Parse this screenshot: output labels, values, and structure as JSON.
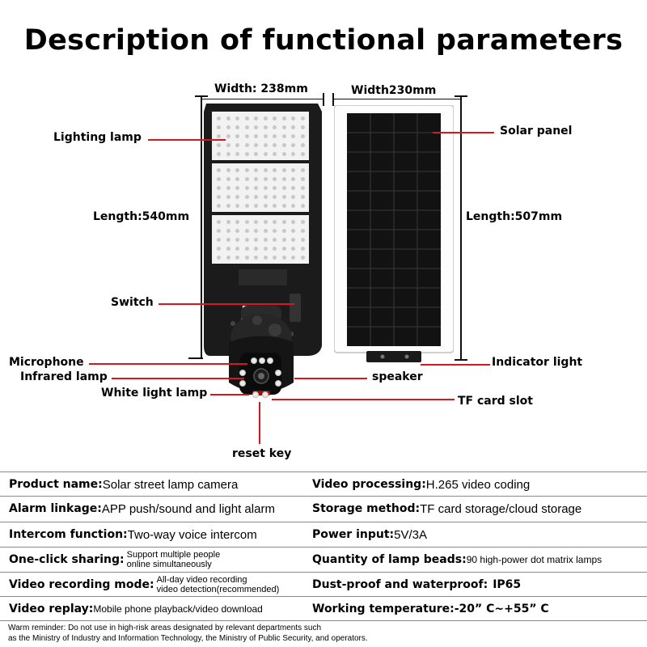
{
  "title": "Description of functional parameters",
  "dimensions": {
    "lamp_width": "Width: 238mm",
    "panel_width": "Width230mm",
    "lamp_length": "Length:540mm",
    "panel_length": "Length:507mm"
  },
  "callouts": {
    "lighting_lamp": "Lighting lamp",
    "switch": "Switch",
    "microphone": "Microphone",
    "infrared_lamp": "Infrared lamp",
    "white_light_lamp": "White light lamp",
    "reset_key": "reset key",
    "solar_panel": "Solar panel",
    "indicator_light": "Indicator light",
    "speaker": "speaker",
    "tf_card_slot": "TF card slot"
  },
  "specs": [
    {
      "l_key": "Product name",
      "l_sep": ":",
      "l_val": "Solar street lamp camera",
      "r_key": "Video processing",
      "r_sep": ":",
      "r_val": " H.265 video coding"
    },
    {
      "l_key": "Alarm linkage",
      "l_sep": ":",
      "l_val": "APP push/sound and light alarm",
      "r_key": "Storage method",
      "r_sep": ":",
      "r_val": " TF card storage/cloud storage"
    },
    {
      "l_key": "Intercom function",
      "l_sep": ":",
      "l_val": "Two-way voice intercom",
      "r_key": "Power input",
      "r_sep": ":",
      "r_val": " 5V/3A"
    },
    {
      "l_key": "One-click sharing",
      "l_sep": ":",
      "l_val1": "Support multiple people",
      "l_val2": "online simultaneously",
      "r_key": "Quantity of lamp beads",
      "r_sep": ":",
      "r_val": " 90 high-power dot matrix lamps"
    },
    {
      "l_key": "Video recording mode",
      "l_sep": ":",
      "l_val1": "All-day video recording",
      "l_val2": "video detection(recommended)",
      "r_key": "Dust-proof and waterproof",
      "r_sep": ":",
      "r_val": " IP65"
    },
    {
      "l_key": "Video replay",
      "l_sep": ":",
      "l_val": " Mobile phone playback/video download",
      "r_key": "Working temperature",
      "r_sep": ":",
      "r_val": " -20” C~+55” C"
    }
  ],
  "warning": {
    "line1": "Warm reminder: Do not use in high-risk areas designated by relevant departments such",
    "line2": "as the Ministry of Industry and Information  Technology, the Ministry of Public Security, and operators."
  }
}
